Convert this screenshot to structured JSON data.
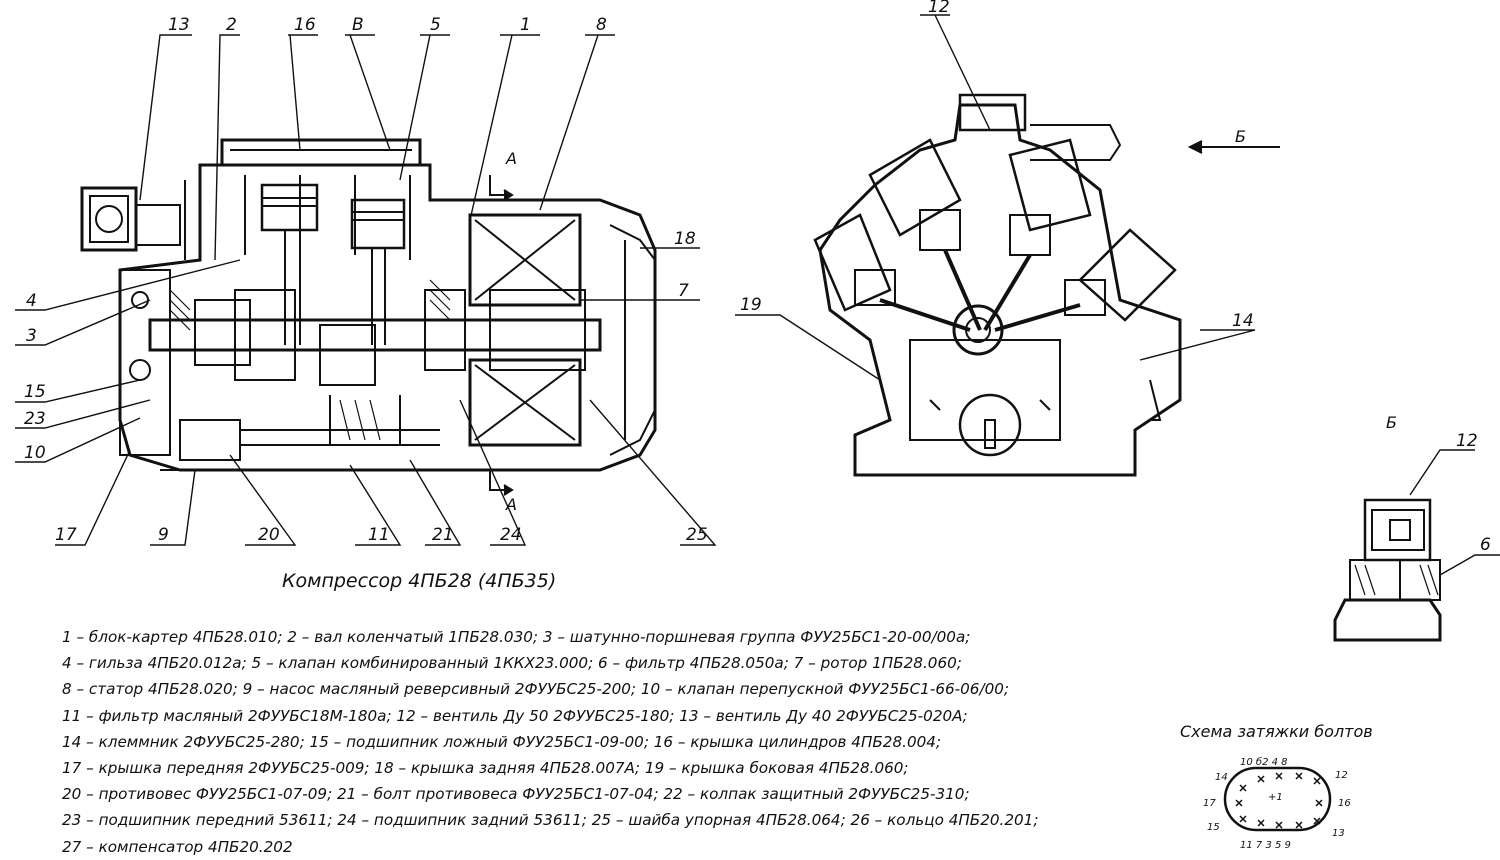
{
  "title": "Компрессор 4ПБ28  (4ПБ35)",
  "legend": [
    "1 – блок-картер 4ПБ28.010; 2 – вал коленчатый 1ПБ28.030; 3 – шатунно-поршневая группа ФУУ25БС1-20-00/00а;",
    "4 – гильза 4ПБ20.012а; 5 – клапан комбинированный 1ККХ23.000; 6 – фильтр 4ПБ28.050а; 7 – ротор 1ПБ28.060;",
    "8 – статор 4ПБ28.020; 9 – насос масляный реверсивный 2ФУУБС25-200; 10 – клапан перепускной ФУУ25БС1-66-06/00;",
    "11 – фильтр масляный 2ФУУБС18М-180а; 12 – вентиль Ду 50 2ФУУБС25-180; 13 – вентиль Ду 40 2ФУУБС25-020А;",
    "14 – клеммник 2ФУУБС25-280; 15 – подшипник ложный ФУУ25БС1-09-00; 16 – крышка цилиндров 4ПБ28.004;",
    "17 – крышка передняя 2ФУУБС25-009; 18 – крышка задняя 4ПБ28.007А; 19 – крышка боковая 4ПБ28.060;",
    "20 – противовес ФУУ25БС1-07-09; 21 – болт противовеса ФУУ25БС1-07-04; 22 – колпак защитный 2ФУУБС25-310;",
    "23 – подшипник передний 53611;  24 – подшипник задний 53611; 25 – шайба упорная 4ПБ28.064; 26 – кольцо 4ПБ20.201;",
    "27 – компенсатор 4ПБ20.202"
  ],
  "callouts": {
    "n13": "13",
    "n2": "2",
    "n16": "16",
    "nB": "В",
    "n5": "5",
    "n1": "1",
    "n8": "8",
    "n18": "18",
    "n7": "7",
    "n4": "4",
    "n3": "3",
    "n15": "15",
    "n23": "23",
    "n10": "10",
    "n17": "17",
    "n9": "9",
    "n20": "20",
    "n11": "11",
    "n21": "21",
    "n24": "24",
    "n25": "25",
    "n12": "12",
    "n19": "19",
    "n14": "14",
    "n12b": "12",
    "n6": "6"
  },
  "section_marks": {
    "a_top": "А",
    "a_bottom": "А",
    "b_arrow": "Б",
    "b_view": "Б"
  },
  "bolt_scheme": {
    "title": "Схема затяжки болтов",
    "top": "10 б2 4 8",
    "left_top": "14",
    "left": "17",
    "left_bottom": "15",
    "bottom": "11 7 3 5 9",
    "right_top": "12",
    "right": "16",
    "right_bottom": "13",
    "center": "+1"
  }
}
